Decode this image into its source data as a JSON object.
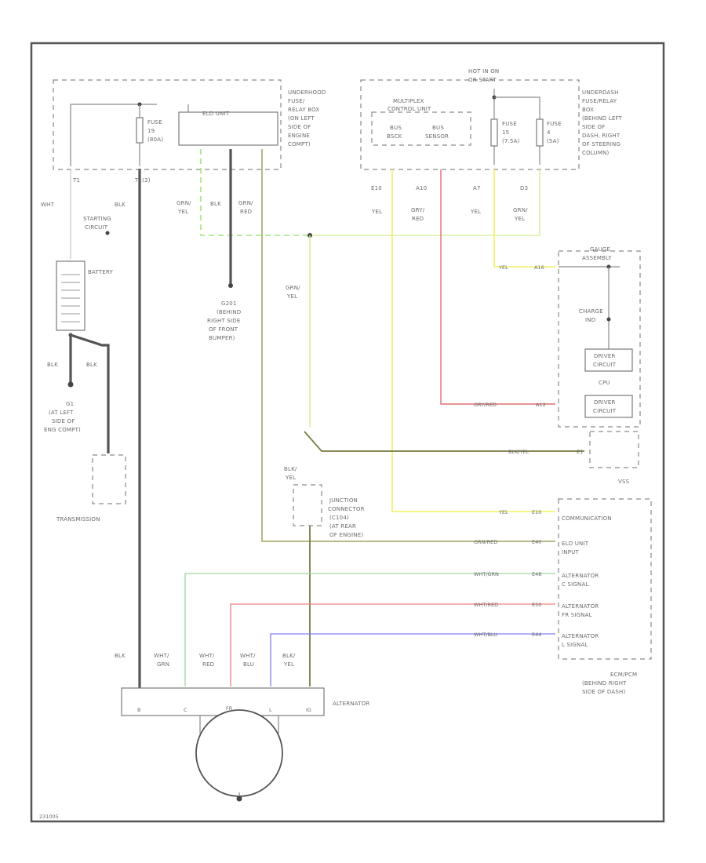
{
  "colors": {
    "grn_yel": "#d8f0a0",
    "grn_yel_dash": "#9ee67a",
    "blk": "#555555",
    "yel": "#f0f060",
    "gry_red": "#e07070",
    "grn_red": "#a0a060",
    "wht_grn": "#9ad8a0",
    "wht_red": "#f08080",
    "wht_blu": "#8080f0",
    "blk_yel": "#7a7a40"
  },
  "labels": {
    "underhood_box": [
      "UNDERHOOD",
      "FUSE/",
      "RELAY BOX",
      "(ON LEFT",
      "SIDE OF",
      "ENGINE",
      "COMPT)"
    ],
    "underdash_box": [
      "UNDERDASH",
      "FUSE/RELAY",
      "BOX",
      "(BEHIND LEFT",
      "SIDE OF",
      "DASH, RIGHT",
      "OF STEERING",
      "COLUMN)"
    ],
    "hot_in_on": [
      "HOT IN ON",
      "OR START"
    ],
    "eld_unit": "ELD UNIT",
    "fuse_19": [
      "FUSE",
      "19",
      "(80A)"
    ],
    "multiplex_unit": [
      "MULTIPLEX",
      "CONTROL UNIT"
    ],
    "bus_bsck": [
      "BUS",
      "BSCK"
    ],
    "bus_sensor": [
      "BUS",
      "SENSOR"
    ],
    "fuse_15": [
      "FUSE",
      "15",
      "(7.5A)"
    ],
    "fuse_4": [
      "FUSE",
      "4",
      "(5A)"
    ],
    "pins_top": [
      "E10",
      "A10",
      "A7",
      "D3"
    ],
    "t1": "T1",
    "t1_2": "T1(2)",
    "wht": "WHT",
    "blk": "BLK",
    "starting_circuit": [
      "STARTING",
      "CIRCUIT"
    ],
    "grn_yel": [
      "GRN/",
      "YEL"
    ],
    "blk_short": "BLK",
    "grn_red": [
      "GRN/",
      "RED"
    ],
    "yel": "YEL",
    "gry_red": [
      "GRY/",
      "RED"
    ],
    "grn_yel_2": [
      "GRN/",
      "YEL"
    ],
    "battery": "BATTERY",
    "g201": [
      "G201",
      "(BEHIND",
      "RIGHT SIDE",
      "OF FRONT",
      "BUMPER)"
    ],
    "grn_yel_3": [
      "GRN/",
      "YEL"
    ],
    "gauge_assembly": [
      "GAUGE",
      "ASSEMBLY"
    ],
    "charge_ind": [
      "CHARGE",
      "IND"
    ],
    "driver_circuit": [
      "DRIVER",
      "CIRCUIT"
    ],
    "cpu": "CPU",
    "driver_circuit_2": [
      "DRIVER",
      "CIRCUIT"
    ],
    "g1": [
      "G1",
      "(AT LEFT",
      "SIDE OF",
      "ENG COMPT)"
    ],
    "blk_a": "BLK",
    "blk_b": "BLK",
    "transmission": "TRANSMISSION",
    "blk_yel": [
      "BLK/",
      "YEL"
    ],
    "junction": [
      "JUNCTION",
      "CONNECTOR",
      "(C104)",
      "(AT REAR",
      "OF ENGINE)"
    ],
    "vss": "VSS",
    "communication": "COMMUNICATION",
    "eld_input": [
      "ELD UNIT",
      "INPUT"
    ],
    "alt_c": [
      "ALTERNATOR",
      "C SIGNAL"
    ],
    "alt_fr": [
      "ALTERNATOR",
      "FR SIGNAL"
    ],
    "alt_l": [
      "ALTERNATOR",
      "L SIGNAL"
    ],
    "ecm_pcm": [
      "ECM/PCM",
      "(BEHIND RIGHT",
      "SIDE OF DASH)"
    ],
    "wire_tags": [
      "YEL",
      "GRY/RED",
      "BLK/YEL",
      "YEL",
      "GRN/RED",
      "WHT/GRN",
      "WHT/RED",
      "WHT/BLU"
    ],
    "pin_tags": [
      "A16",
      "A12",
      "E1",
      "E10",
      "E40",
      "E48",
      "E50",
      "E44"
    ],
    "bottom_wires": [
      [
        "BLK"
      ],
      [
        "WHT/",
        "GRN"
      ],
      [
        "WHT/",
        "RED"
      ],
      [
        "WHT/",
        "BLU"
      ],
      [
        "BLK/",
        "YEL"
      ]
    ],
    "alternator": "ALTERNATOR",
    "alt_pins": [
      "B",
      "C",
      "FR",
      "L",
      "IG"
    ],
    "figure_code": "231005"
  }
}
